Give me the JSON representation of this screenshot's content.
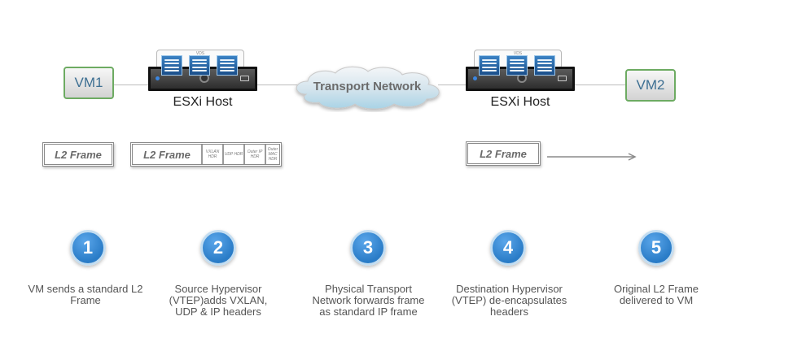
{
  "diagram": {
    "vm_left": {
      "label": "VM1"
    },
    "vm_right": {
      "label": "VM2"
    },
    "host_left": {
      "label": "ESXi Host",
      "vds_label": "VDS"
    },
    "host_right": {
      "label": "ESXi Host",
      "vds_label": "VDS"
    },
    "network": {
      "label": "Transport Network"
    },
    "frames": {
      "original": {
        "label": "L2 Frame"
      },
      "encapsulated": {
        "label": "L2 Frame",
        "headers": [
          "VXLAN HDR",
          "UDP HDR",
          "Outer IP HDR",
          "Outer MAC HDR"
        ]
      },
      "delivered": {
        "label": "L2 Frame"
      }
    },
    "colors": {
      "vm_border": "#6dab62",
      "vm_text": "#3d6f92",
      "step_circle": "#2a7cc7",
      "switch_blue": "#1b4f8a"
    }
  },
  "steps": [
    {
      "number": "1",
      "text": "VM sends a standard L2 Frame"
    },
    {
      "number": "2",
      "text": "Source Hypervisor (VTEP)adds VXLAN, UDP & IP headers"
    },
    {
      "number": "3",
      "text": "Physical Transport Network forwards frame as standard IP frame"
    },
    {
      "number": "4",
      "text": "Destination Hypervisor (VTEP) de-encapsulates headers"
    },
    {
      "number": "5",
      "text": "Original L2 Frame delivered to VM"
    }
  ]
}
